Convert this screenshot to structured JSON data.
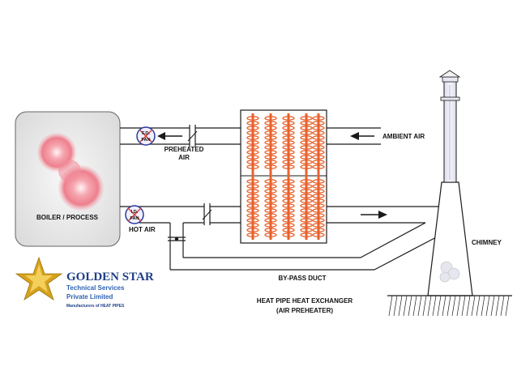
{
  "labels": {
    "boiler": "BOILER / PROCESS",
    "fd_fan_top": "F.D.",
    "fd_fan_bottom": "FAN",
    "id_fan_top": "I.D.",
    "id_fan_bottom": "FAN",
    "preheated_line1": "PREHEATED",
    "preheated_line2": "AIR",
    "hot_air": "HOT AIR",
    "ambient_air": "AMBIENT AIR",
    "bypass_duct": "BY-PASS DUCT",
    "chimney": "CHIMNEY",
    "title_line1": "HEAT PIPE HEAT EXCHANGER",
    "title_line2": "(AIR PREHEATER)"
  },
  "logo": {
    "name": "GOLDEN STAR",
    "line2": "Technical Services",
    "line3": "Private Limited",
    "tagline": "Manufacturers of HEAT PIPES"
  },
  "colors": {
    "duct": "#1a1a1a",
    "heat_pipe": "#e8622c",
    "boiler_fill": "#ececec",
    "fan_ring": "#2a3a9c",
    "logo_blue": "#1e3f86",
    "logo_gold": "#d7a21c"
  }
}
